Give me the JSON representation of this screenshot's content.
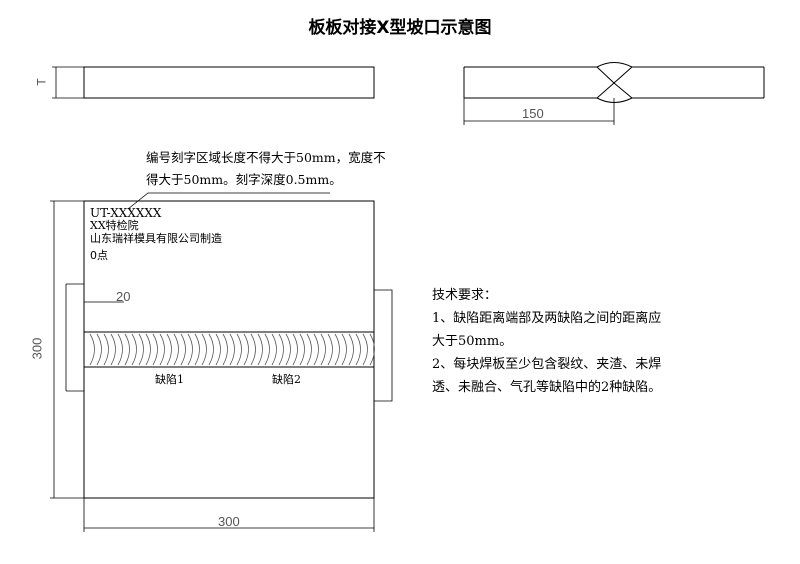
{
  "title": "板板对接X型坡口示意图",
  "thickness_label": "T",
  "groove_width_label": "150",
  "engraving_note": {
    "line1": "编号刻字区域长度不得大于50mm，宽度不",
    "line2": "得大于50mm。刻字深度0.5mm。"
  },
  "plate": {
    "serial": "UT-XXXXXX",
    "inspector": "XX特检院",
    "maker": "山东瑞祥模具有限公司制造",
    "zero_point": "0点",
    "offset_label": "20",
    "defect1": "缺陷1",
    "defect2": "缺陷2",
    "height_label": "300",
    "width_label": "300"
  },
  "tech_requirements": {
    "heading": "技术要求：",
    "item1_line1": "1、缺陷距离端部及两缺陷之间的距离应",
    "item1_line2": "大于50mm。",
    "item2_line1": "2、每块焊板至少包含裂纹、夹渣、未焊",
    "item2_line2": "透、未融合、气孔等缺陷中的2种缺陷。"
  }
}
